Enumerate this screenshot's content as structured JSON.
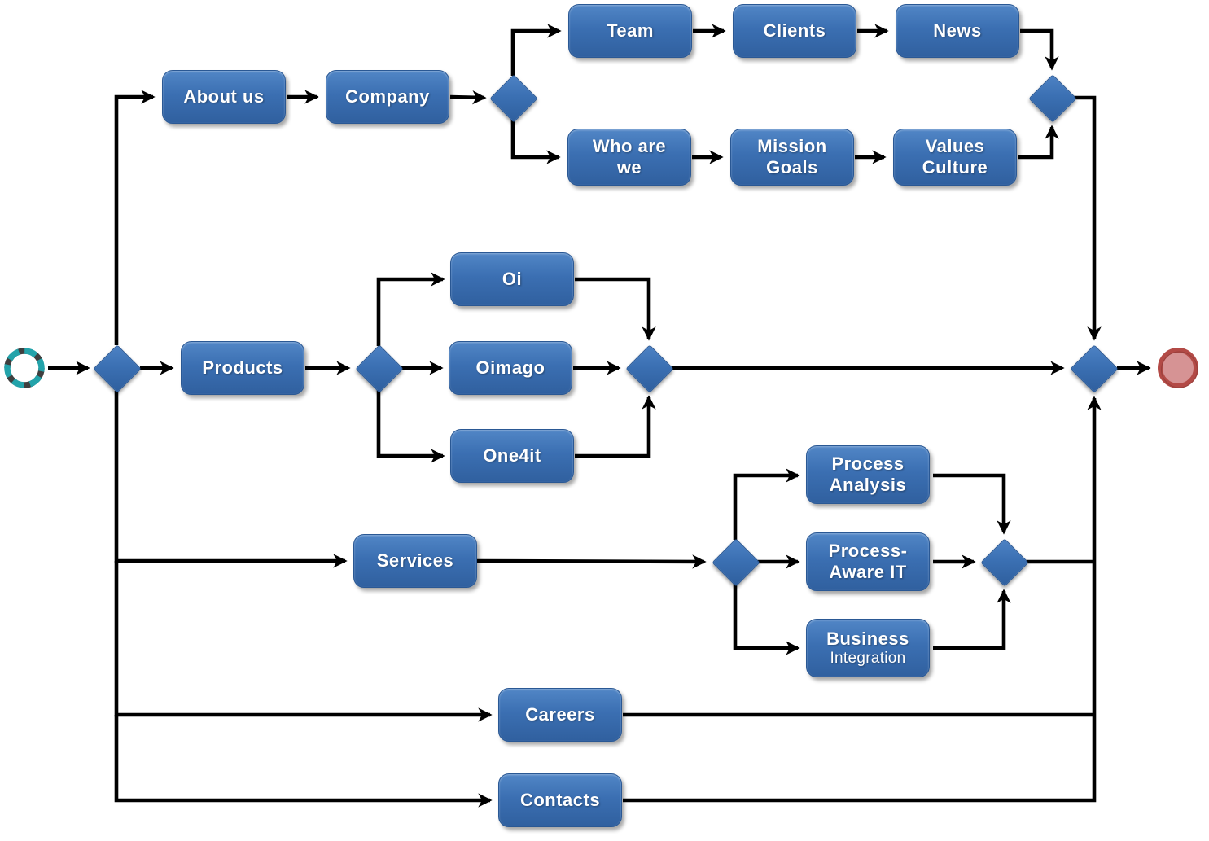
{
  "diagram": {
    "kind": "bpmn-sitemap-flowchart",
    "start_label": "start-event",
    "end_label": "end-event"
  },
  "colors": {
    "task_fill_top": "#5186c6",
    "task_fill_bottom": "#30609f",
    "task_border": "#2a5894",
    "task_text": "#ffffff",
    "connector": "#000000",
    "start_ring_teal": "#23a3aa",
    "start_ring_dark": "#3f3f3f",
    "end_ring": "#b34a46",
    "end_fill": "#d69394"
  },
  "nodes": {
    "about_us": {
      "label": "About us"
    },
    "company": {
      "label": "Company"
    },
    "team": {
      "label": "Team"
    },
    "clients": {
      "label": "Clients"
    },
    "news": {
      "label": "News"
    },
    "who_are_we": {
      "line1": "Who are",
      "line2": "we"
    },
    "mission_goals": {
      "line1": "Mission",
      "line2": "Goals"
    },
    "values_culture": {
      "line1": "Values",
      "line2": "Culture"
    },
    "products": {
      "label": "Products"
    },
    "oi": {
      "label": "Oi"
    },
    "oimago": {
      "label": "Oimago"
    },
    "one4it": {
      "label": "One4it"
    },
    "services": {
      "label": "Services"
    },
    "process_analysis": {
      "line1": "Process",
      "line2": "Analysis"
    },
    "process_aware_it": {
      "line1": "Process-",
      "line2": "Aware IT"
    },
    "business_integration": {
      "line1": "Business",
      "line2": "Integration"
    },
    "careers": {
      "label": "Careers"
    },
    "contacts": {
      "label": "Contacts"
    }
  }
}
